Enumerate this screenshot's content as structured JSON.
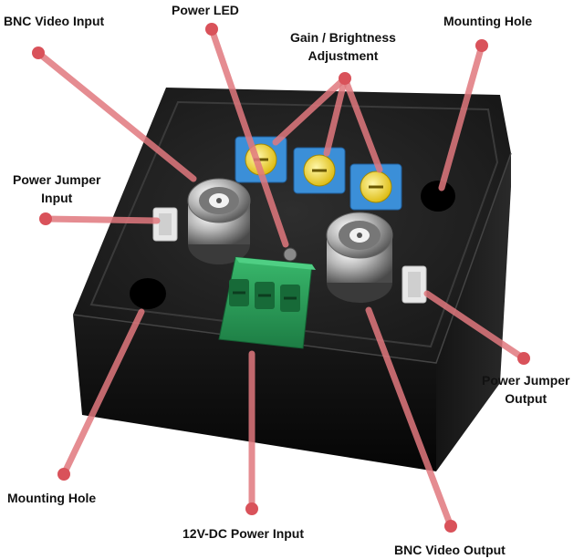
{
  "labels": {
    "bnc_video_input": "BNC Video Input",
    "power_led": "Power LED",
    "gain_brightness_line1": "Gain / Brightness",
    "gain_brightness_line2": "Adjustment",
    "mounting_hole_top": "Mounting Hole",
    "power_jumper_input_line1": "Power Jumper",
    "power_jumper_input_line2": "Input",
    "power_jumper_output_line1": "Power Jumper",
    "power_jumper_output_line2": "Output",
    "mounting_hole_bottom": "Mounting Hole",
    "power_input": "12V-DC Power Input",
    "bnc_video_output": "BNC Video Output"
  },
  "colors": {
    "leader_line": "#e0787e",
    "leader_dot": "#d9525a",
    "device_body": "#1b1b1b",
    "trimmer": "#3b8fd8",
    "terminal_block": "#2aa25b"
  }
}
